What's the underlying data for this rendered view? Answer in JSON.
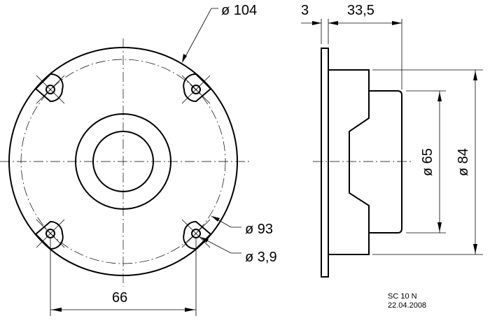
{
  "drawing": {
    "front_view": {
      "outer_diameter": "ø 104",
      "bolt_circle_diameter": "ø 93",
      "hole_diameter": "ø 3,9",
      "hole_spacing": "66"
    },
    "side_view": {
      "flange_thickness": "3",
      "depth": "33,5",
      "rear_diameter": "ø 65",
      "body_diameter": "ø 84"
    },
    "title_block": {
      "model": "SC 10 N",
      "date": "22.04.2008"
    },
    "colors": {
      "line": "#000000",
      "background": "#ffffff"
    }
  }
}
